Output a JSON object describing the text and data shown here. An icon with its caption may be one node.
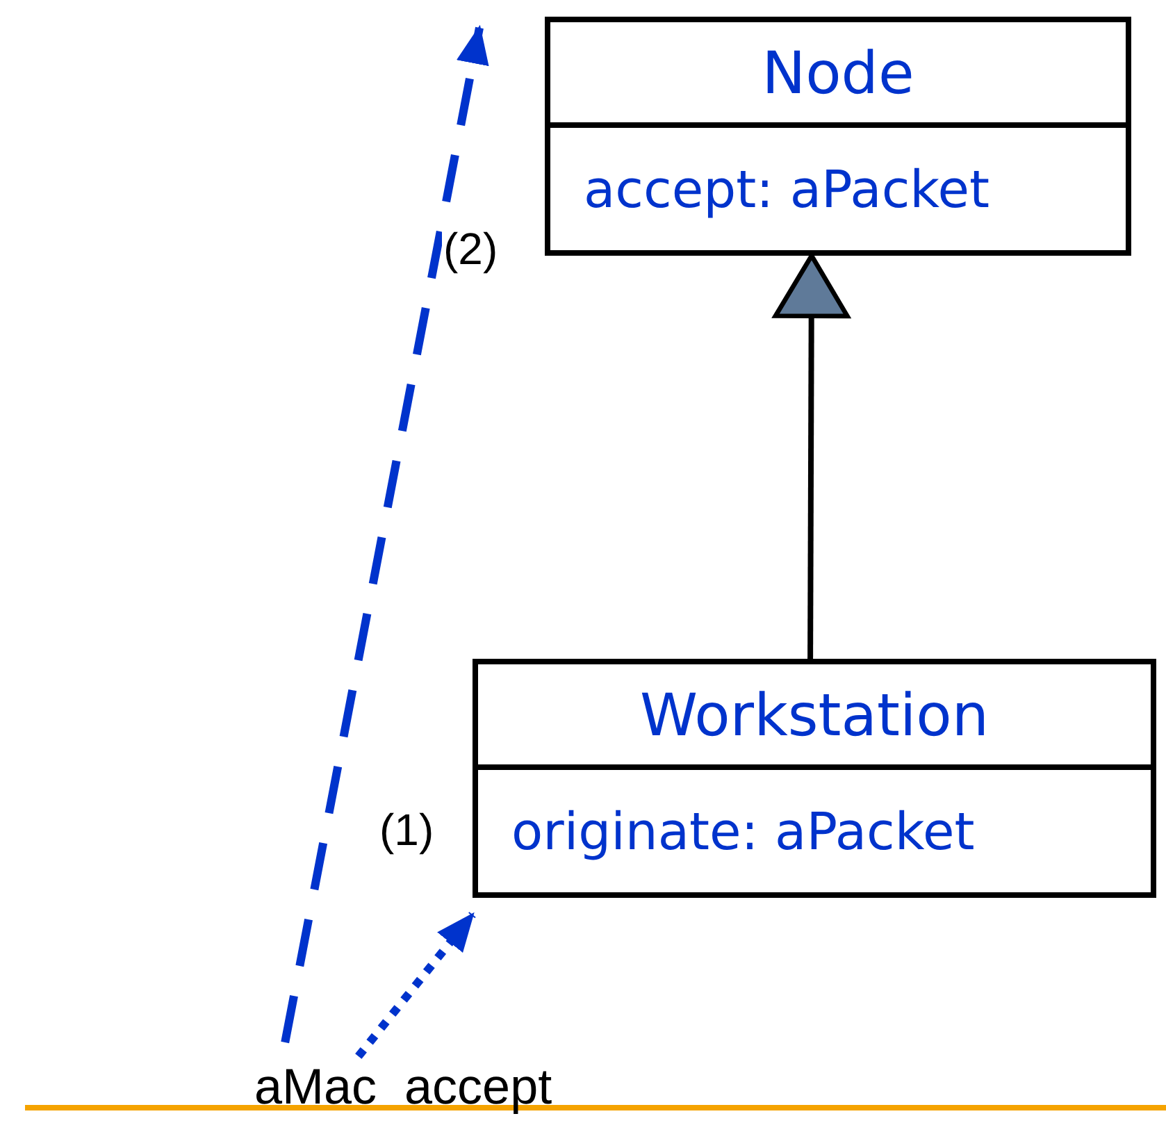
{
  "diagram": {
    "nodes": [
      {
        "text": [
          "Node",
          "accept: aPacket"
        ]
      },
      {
        "text": [
          "Workstation",
          "originate: aPacket"
        ]
      },
      {
        "text": [
          "aMac accept"
        ]
      }
    ],
    "edges": [
      {
        "from": 1,
        "to": 0,
        "arrow": "to",
        "color": "#000000"
      },
      {
        "from": 2,
        "to": null,
        "arrow": "to",
        "label": "(2)",
        "style": "dashed",
        "color": "#0033cc"
      },
      {
        "from": 2,
        "to": 1,
        "arrow": "to",
        "label": "(1)",
        "style": "dashed",
        "color": "#0033cc"
      }
    ]
  }
}
